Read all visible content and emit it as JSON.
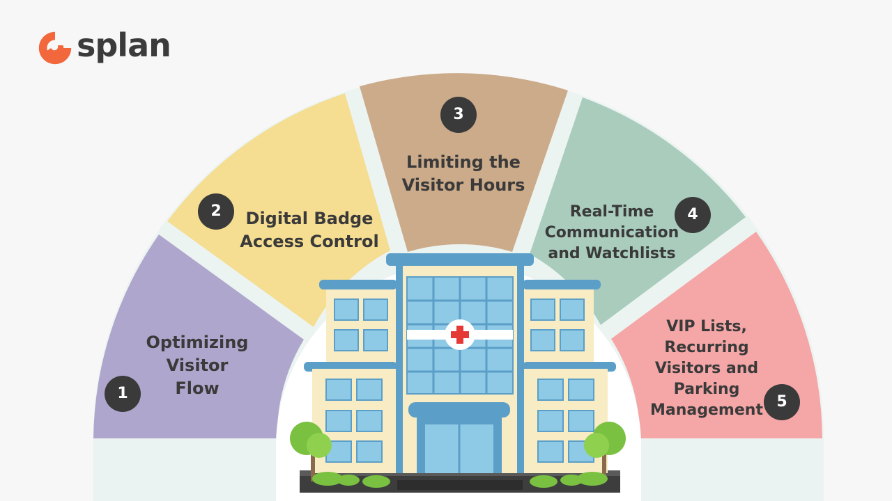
{
  "brand": {
    "name": "splan",
    "accent": "#f2673b"
  },
  "segments": [
    {
      "number": "1",
      "lines": [
        "Optimizing",
        "Visitor",
        "Flow"
      ],
      "color": "#aea6cc"
    },
    {
      "number": "2",
      "lines": [
        "Digital Badge",
        "Access Control"
      ],
      "color": "#f5dd91"
    },
    {
      "number": "3",
      "lines": [
        "Limiting the",
        "Visitor Hours"
      ],
      "color": "#ccab8a"
    },
    {
      "number": "4",
      "lines": [
        "Real-Time",
        "Communication",
        "and Watchlists"
      ],
      "color": "#a9ccbd"
    },
    {
      "number": "5",
      "lines": [
        "VIP Lists,",
        "Recurring",
        "Visitors and",
        "Parking",
        "Management"
      ],
      "color": "#f5a6a6"
    }
  ],
  "illustration": {
    "name": "hospital-building",
    "cross_color": "#e53935"
  }
}
